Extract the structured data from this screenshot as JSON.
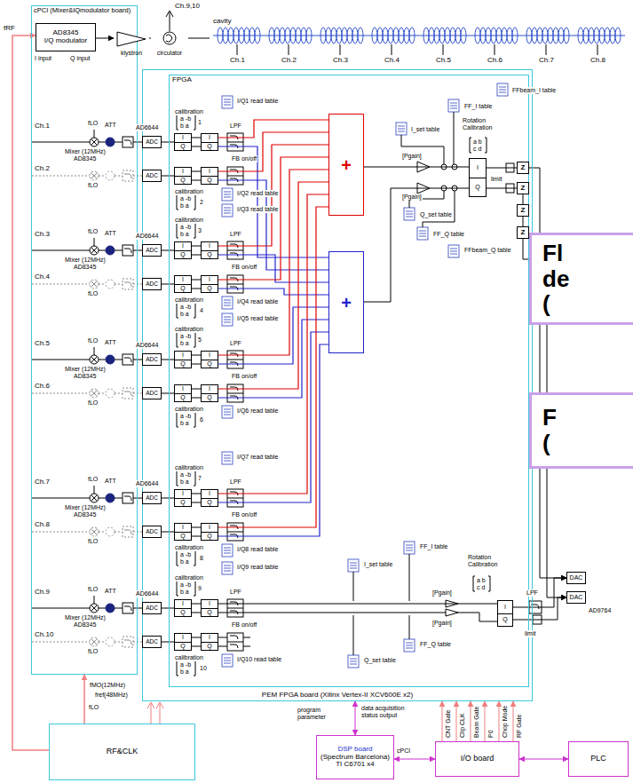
{
  "diagram": {
    "nodes": [
      {
        "text": [
          "cPCI (Mixer&IQmodulator board)"
        ]
      },
      {
        "text": [
          "AD8345",
          "I/Q modulator"
        ],
        "in": 0
      },
      {
        "text": [
          "klystron"
        ]
      },
      {
        "text": [
          "circulator"
        ]
      },
      {
        "text": [
          "cavity"
        ]
      },
      {
        "text": [
          "PEM FPGA board (Xilinx Vertex-II XCV600E x2)"
        ]
      },
      {
        "text": [
          "FPGA"
        ],
        "in": 5
      },
      {
        "text": [
          "+"
        ],
        "in": 6
      },
      {
        "text": [
          "+"
        ],
        "in": 6
      },
      {
        "text": [
          "I",
          "Q"
        ],
        "in": 6
      },
      {
        "text": [
          "Z"
        ],
        "in": 6
      },
      {
        "text": [
          "Z"
        ],
        "in": 6
      },
      {
        "text": [
          "Z"
        ],
        "in": 6
      },
      {
        "text": [
          "Z"
        ],
        "in": 6
      },
      {
        "text": [
          "I",
          "Q"
        ],
        "in": 6
      },
      {
        "text": [
          "DAC"
        ]
      },
      {
        "text": [
          "DAC"
        ]
      },
      {
        "text": [
          "RF&CLK"
        ]
      },
      {
        "text": [
          "DSP board",
          "(Spectrum Barcelona) TI C6701 x4"
        ]
      },
      {
        "text": [
          "I/O board"
        ]
      },
      {
        "text": [
          "PLC"
        ]
      },
      {
        "text": [
          "Fl de ("
        ]
      },
      {
        "text": [
          "F ("
        ]
      },
      {
        "text": [
          "ADC"
        ]
      },
      {
        "text": [
          "ADC"
        ]
      },
      {
        "text": [
          "ADC"
        ]
      },
      {
        "text": [
          "ADC"
        ]
      },
      {
        "text": [
          "ADC"
        ]
      },
      {
        "text": [
          "ADC"
        ]
      },
      {
        "text": [
          "ADC"
        ]
      },
      {
        "text": [
          "ADC"
        ]
      },
      {
        "text": [
          "ADC"
        ]
      },
      {
        "text": [
          "ADC"
        ]
      },
      {
        "text": [
          "I",
          "Q"
        ],
        "in": 6
      },
      {
        "text": [
          "I",
          "Q"
        ],
        "in": 6
      },
      {
        "text": [
          "I",
          "Q"
        ],
        "in": 6
      },
      {
        "text": [
          "I",
          "Q"
        ],
        "in": 6
      },
      {
        "text": [
          "I",
          "Q"
        ],
        "in": 6
      },
      {
        "text": [
          "I",
          "Q"
        ],
        "in": 6
      },
      {
        "text": [
          "I",
          "Q"
        ],
        "in": 6
      },
      {
        "text": [
          "I",
          "Q"
        ],
        "in": 6
      },
      {
        "text": [
          "I",
          "Q"
        ],
        "in": 6
      },
      {
        "text": [
          "I",
          "Q"
        ],
        "in": 6
      },
      {
        "text": [
          "I",
          "Q"
        ],
        "in": 6
      },
      {
        "text": [
          "I",
          "Q"
        ],
        "in": 6
      },
      {
        "text": [
          "I",
          "Q"
        ],
        "in": 6
      },
      {
        "text": [
          "I",
          "Q"
        ],
        "in": 6
      },
      {
        "text": [
          "I",
          "Q"
        ],
        "in": 6
      },
      {
        "text": [
          "I",
          "Q"
        ],
        "in": 6
      },
      {
        "text": [
          "I",
          "Q"
        ],
        "in": 6
      },
      {
        "text": [
          "I",
          "Q"
        ],
        "in": 6
      },
      {
        "text": [
          "I",
          "Q"
        ],
        "in": 6
      },
      {
        "text": [
          "I",
          "Q"
        ],
        "in": 6
      }
    ],
    "edges": [
      {
        "from": 17,
        "to": 1,
        "arrow": "to",
        "label": "fRF"
      },
      {
        "from": 17,
        "to": 0,
        "arrow": "to",
        "label": "fLO"
      },
      {
        "from": 1,
        "to": 2,
        "arrow": "to"
      },
      {
        "from": 2,
        "to": 3,
        "arrow": "none"
      },
      {
        "from": 3,
        "to": 4,
        "arrow": "none"
      },
      {
        "from": 18,
        "to": 5,
        "arrow": "both"
      },
      {
        "from": 18,
        "to": 19,
        "arrow": "both"
      },
      {
        "from": 19,
        "to": 20,
        "arrow": "both"
      },
      {
        "from": 19,
        "to": 5,
        "arrow": "to",
        "label": "CNT Gate"
      },
      {
        "from": 19,
        "to": 5,
        "arrow": "to",
        "label": "Clip CLK"
      },
      {
        "from": 19,
        "to": 5,
        "arrow": "to",
        "label": "Beam Gate"
      },
      {
        "from": 19,
        "to": 5,
        "arrow": "to",
        "label": "P0"
      },
      {
        "from": 19,
        "to": 5,
        "arrow": "to",
        "label": "Chop Mode"
      },
      {
        "from": 19,
        "to": 5,
        "arrow": "to",
        "label": "RF Gate"
      },
      {
        "from": 7,
        "to": 9,
        "arrow": "none"
      },
      {
        "from": 8,
        "to": 9,
        "arrow": "none"
      },
      {
        "from": 9,
        "to": 10,
        "arrow": "none"
      },
      {
        "from": 9,
        "to": 11,
        "arrow": "none"
      },
      {
        "from": 11,
        "to": 12,
        "arrow": "none"
      },
      {
        "from": 12,
        "to": 13,
        "arrow": "none"
      },
      {
        "from": 10,
        "to": 15,
        "arrow": "to"
      },
      {
        "from": 13,
        "to": 16,
        "arrow": "to"
      },
      {
        "from": 14,
        "to": 15,
        "arrow": "to"
      },
      {
        "from": 14,
        "to": 16,
        "arrow": "to"
      },
      {
        "from": 23,
        "to": 33,
        "arrow": "none"
      },
      {
        "from": 24,
        "to": 35,
        "arrow": "none"
      },
      {
        "from": 25,
        "to": 37,
        "arrow": "none"
      },
      {
        "from": 26,
        "to": 39,
        "arrow": "none"
      },
      {
        "from": 27,
        "to": 41,
        "arrow": "none"
      },
      {
        "from": 28,
        "to": 43,
        "arrow": "none"
      },
      {
        "from": 29,
        "to": 45,
        "arrow": "none"
      },
      {
        "from": 30,
        "to": 47,
        "arrow": "none"
      },
      {
        "from": 31,
        "to": 49,
        "arrow": "none"
      },
      {
        "from": 32,
        "to": 51,
        "arrow": "none"
      },
      {
        "from": 33,
        "to": 34,
        "arrow": "none"
      },
      {
        "from": 35,
        "to": 36,
        "arrow": "none"
      },
      {
        "from": 37,
        "to": 38,
        "arrow": "none"
      },
      {
        "from": 39,
        "to": 40,
        "arrow": "none"
      },
      {
        "from": 41,
        "to": 42,
        "arrow": "none"
      },
      {
        "from": 43,
        "to": 44,
        "arrow": "none"
      },
      {
        "from": 45,
        "to": 46,
        "arrow": "none"
      },
      {
        "from": 47,
        "to": 48,
        "arrow": "none"
      },
      {
        "from": 49,
        "to": 50,
        "arrow": "none"
      },
      {
        "from": 51,
        "to": 52,
        "arrow": "none"
      },
      {
        "from": 34,
        "to": 7,
        "arrow": "none"
      },
      {
        "from": 34,
        "to": 8,
        "arrow": "none"
      },
      {
        "from": 36,
        "to": 7,
        "arrow": "none"
      },
      {
        "from": 36,
        "to": 8,
        "arrow": "none"
      },
      {
        "from": 38,
        "to": 7,
        "arrow": "none"
      },
      {
        "from": 38,
        "to": 8,
        "arrow": "none"
      },
      {
        "from": 40,
        "to": 7,
        "arrow": "none"
      },
      {
        "from": 40,
        "to": 8,
        "arrow": "none"
      },
      {
        "from": 42,
        "to": 7,
        "arrow": "none"
      },
      {
        "from": 42,
        "to": 8,
        "arrow": "none"
      },
      {
        "from": 44,
        "to": 7,
        "arrow": "none"
      },
      {
        "from": 44,
        "to": 8,
        "arrow": "none"
      },
      {
        "from": 46,
        "to": 7,
        "arrow": "none"
      },
      {
        "from": 46,
        "to": 8,
        "arrow": "none"
      },
      {
        "from": 48,
        "to": 7,
        "arrow": "none"
      },
      {
        "from": 48,
        "to": 8,
        "arrow": "none"
      },
      {
        "from": 50,
        "to": 14,
        "arrow": "none"
      }
    ],
    "labels": [
      "I input",
      "Q input",
      "Ch.9,10",
      "Ch.1",
      "Ch.2",
      "Ch.3",
      "Ch.4",
      "Ch.5",
      "Ch.6",
      "Ch.7",
      "Ch.8",
      "Ch.1",
      "fLO",
      "ATT",
      "Mixer (12MHz)",
      "AD8345",
      "AD6644",
      "I/Q1 read table",
      "calibration",
      "a -b",
      "b a",
      "1",
      "LPF",
      "Ch.2",
      "fLO",
      "calibration",
      "a -b",
      "b a",
      "2",
      "I/Q2 read table",
      "FB on/off",
      "Ch.3",
      "fLO",
      "ATT",
      "Mixer (12MHz)",
      "AD8345",
      "AD6644",
      "I/Q3 read table",
      "calibration",
      "a -b",
      "b a",
      "3",
      "LPF",
      "Ch.4",
      "fLO",
      "calibration",
      "a -b",
      "b a",
      "4",
      "I/Q4 read table",
      "FB on/off",
      "Ch.5",
      "fLO",
      "ATT",
      "Mixer (12MHz)",
      "AD8345",
      "AD6644",
      "I/Q5 read table",
      "calibration",
      "a -b",
      "b a",
      "5",
      "LPF",
      "Ch.6",
      "fLO",
      "calibration",
      "a -b",
      "b a",
      "6",
      "I/Q6 read table",
      "FB on/off",
      "Ch.7",
      "fLO",
      "ATT",
      "Mixer (12MHz)",
      "AD8345",
      "AD6644",
      "I/Q7 read table",
      "calibration",
      "a -b",
      "b a",
      "7",
      "LPF",
      "Ch.8",
      "fLO",
      "calibration",
      "a -b",
      "b a",
      "8",
      "I/Q8 read table",
      "FB on/off",
      "Ch.9",
      "fLO",
      "ATT",
      "Mixer (12MHz)",
      "AD8345",
      "AD6644",
      "I/Q9 read table",
      "calibration",
      "a -b",
      "b a",
      "9",
      "LPF",
      "Ch.10",
      "fLO",
      "calibration",
      "a -b",
      "b a",
      "10",
      "I/Q10 read table",
      "FB on/off",
      "FF_I table",
      "FFbeam_I table",
      "I_set table",
      "[Pgain]",
      "[Pgain]",
      "Rotation Calibration",
      "a b",
      "c d",
      "limit",
      "Q_set table",
      "FF_Q table",
      "FFbeam_Q table",
      "I_set table",
      "FF_I table",
      "Rotation Calibration",
      "a b",
      "c d",
      "[Pgain]",
      "[Pgain]",
      "LPF",
      "limit",
      "Q_set table",
      "FF_Q table",
      "AD9764",
      "fMO(12MHz)",
      "fref(48MHz)",
      "program parameter",
      "data acquisition status output",
      "cPCI"
    ]
  }
}
